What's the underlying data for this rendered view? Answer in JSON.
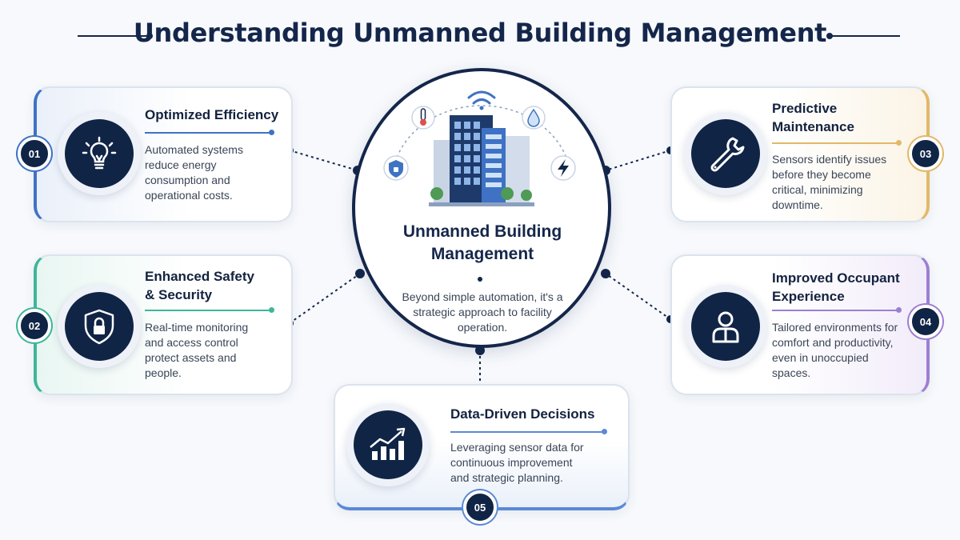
{
  "title": "Understanding Unmanned Building Management",
  "hub": {
    "title": "Unmanned Building Management",
    "text": "Beyond simple automation, it's a strategic approach to facility operation.",
    "icons": [
      "wifi-icon",
      "thermometer-icon",
      "water-drop-icon",
      "shield-icon",
      "lightning-icon",
      "office-building-icon"
    ]
  },
  "cards": {
    "c1": {
      "number": "01",
      "heading": "Optimized Efficiency",
      "text": "Automated systems reduce energy consumption and operational costs.",
      "icon": "lightbulb-icon",
      "accent": "#3f72c4"
    },
    "c2": {
      "number": "02",
      "heading": "Enhanced Safety & Security",
      "text": "Real-time monitoring and access control protect assets and people.",
      "icon": "shield-lock-icon",
      "accent": "#3fb59a"
    },
    "c3": {
      "number": "03",
      "heading": "Predictive Maintenance",
      "text": "Sensors identify issues before they become critical, minimizing downtime.",
      "icon": "wrench-icon",
      "accent": "#e2b868"
    },
    "c4": {
      "number": "04",
      "heading": "Improved Occupant Experience",
      "text": "Tailored environments for comfort and productivity, even in unoccupied spaces.",
      "icon": "person-icon",
      "accent": "#9d7fd2"
    },
    "c5": {
      "number": "05",
      "heading": "Data-Driven Decisions",
      "text": "Leveraging sensor data for continuous improvement and strategic planning.",
      "icon": "growth-chart-icon",
      "accent": "#5b89d6"
    }
  },
  "colors": {
    "navy": "#14264a",
    "background": "#f7f9fc"
  }
}
